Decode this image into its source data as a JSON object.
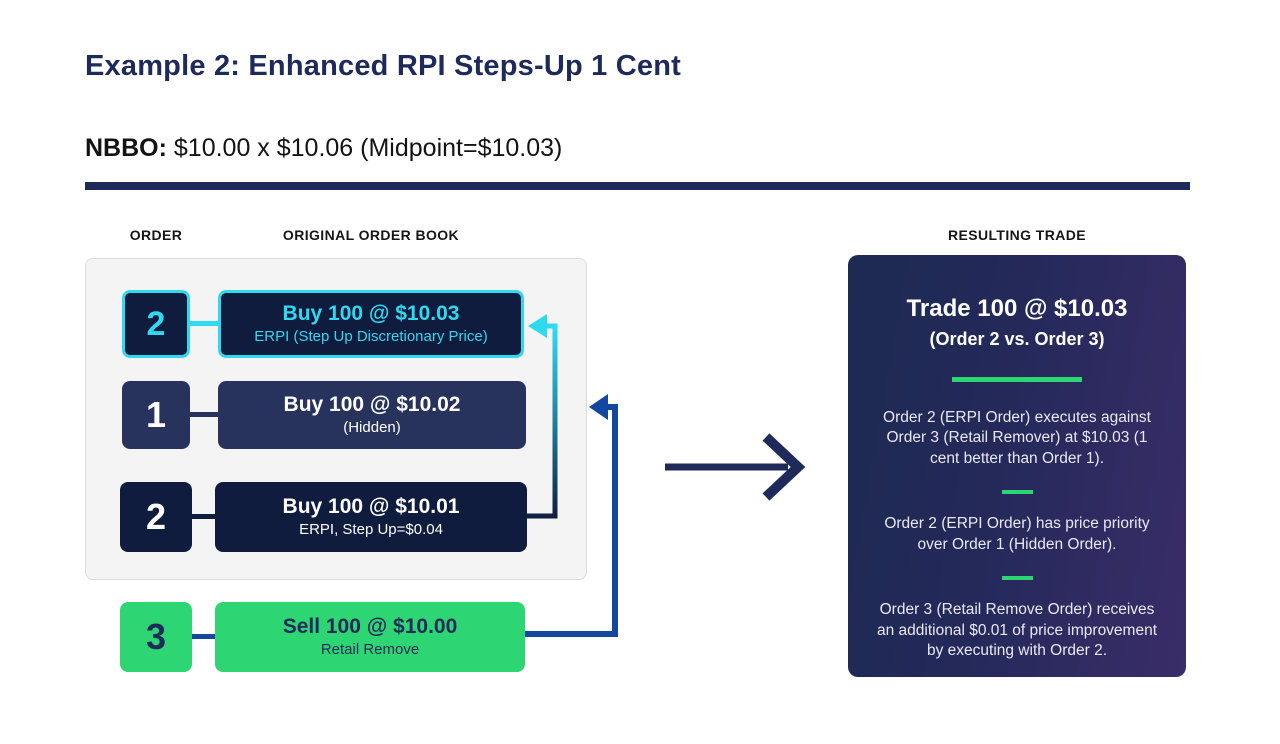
{
  "page": {
    "title": "Example 2: Enhanced RPI Steps-Up 1 Cent",
    "nbbo_label": "NBBO:",
    "nbbo_value": " $10.00 x $10.06 (Midpoint=$10.03)"
  },
  "labels": {
    "order_col": "ORDER",
    "order_book_col": "ORIGINAL ORDER BOOK",
    "resulting_trade_col": "RESULTING TRADE"
  },
  "order_book": {
    "orders": [
      {
        "number": "2",
        "line1": "Buy 100 @ $10.03",
        "line2": "ERPI (Step Up Discretionary Price)",
        "style": "highlighted-cyan"
      },
      {
        "number": "1",
        "line1": "Buy 100 @ $10.02",
        "line2": "(Hidden)",
        "style": "navy-medium"
      },
      {
        "number": "2",
        "line1": "Buy 100 @ $10.01",
        "line2": "ERPI, Step Up=$0.04",
        "style": "navy-dark"
      }
    ],
    "incoming_order": {
      "number": "3",
      "line1": "Sell 100 @ $10.00",
      "line2": "Retail Remove",
      "style": "green"
    }
  },
  "resulting_trade": {
    "title": "Trade 100 @ $10.03",
    "subtitle": "(Order 2 vs. Order 3)",
    "points": [
      "Order 2 (ERPI Order) executes against Order 3 (Retail Remover) at $10.03 (1 cent better than Order 1).",
      "Order 2 (ERPI Order) has price priority over Order 1 (Hidden Order).",
      "Order 3 (Retail Remove Order) receives an additional $0.01 of price improvement by executing with Order 2."
    ]
  },
  "icons": {
    "step_up_arrow": "left-arrow-gradient",
    "sell_to_book_arrow": "left-arrow-blue",
    "result_arrow": "right-arrow-navy"
  },
  "colors": {
    "accent_cyan": "#2fd9f0",
    "navy_dark": "#0f1c3e",
    "navy_medium": "#27335c",
    "royal_blue": "#14489e",
    "green": "#2ed573",
    "heading_navy": "#1e2a5a",
    "panel_gradient_start": "#1d2a52",
    "panel_gradient_end": "#3a2d68"
  }
}
